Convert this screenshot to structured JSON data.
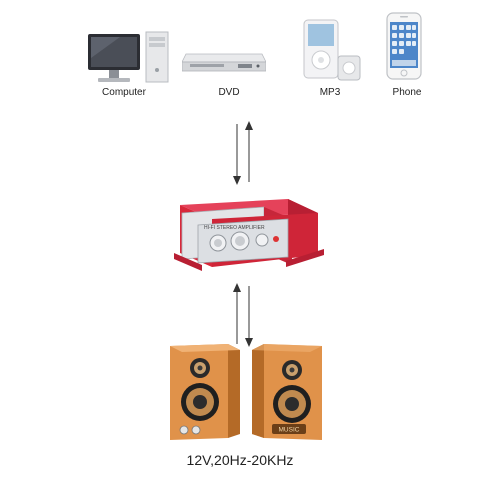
{
  "sources": [
    {
      "label": "Computer",
      "icon": "computer-icon"
    },
    {
      "label": "DVD",
      "icon": "dvd-player-icon"
    },
    {
      "label": "MP3",
      "icon": "mp3-player-icon"
    },
    {
      "label": "Phone",
      "icon": "phone-icon"
    }
  ],
  "amplifier": {
    "icon": "amplifier-icon",
    "panel_text": "HI-FI STEREO AMPLIFIER",
    "body_color": "#d8283a"
  },
  "speakers": {
    "icon": "speaker-icon",
    "badge_text": "MUSIC",
    "cabinet_color": "#d9893f"
  },
  "caption": "12V,20Hz-20KHz"
}
